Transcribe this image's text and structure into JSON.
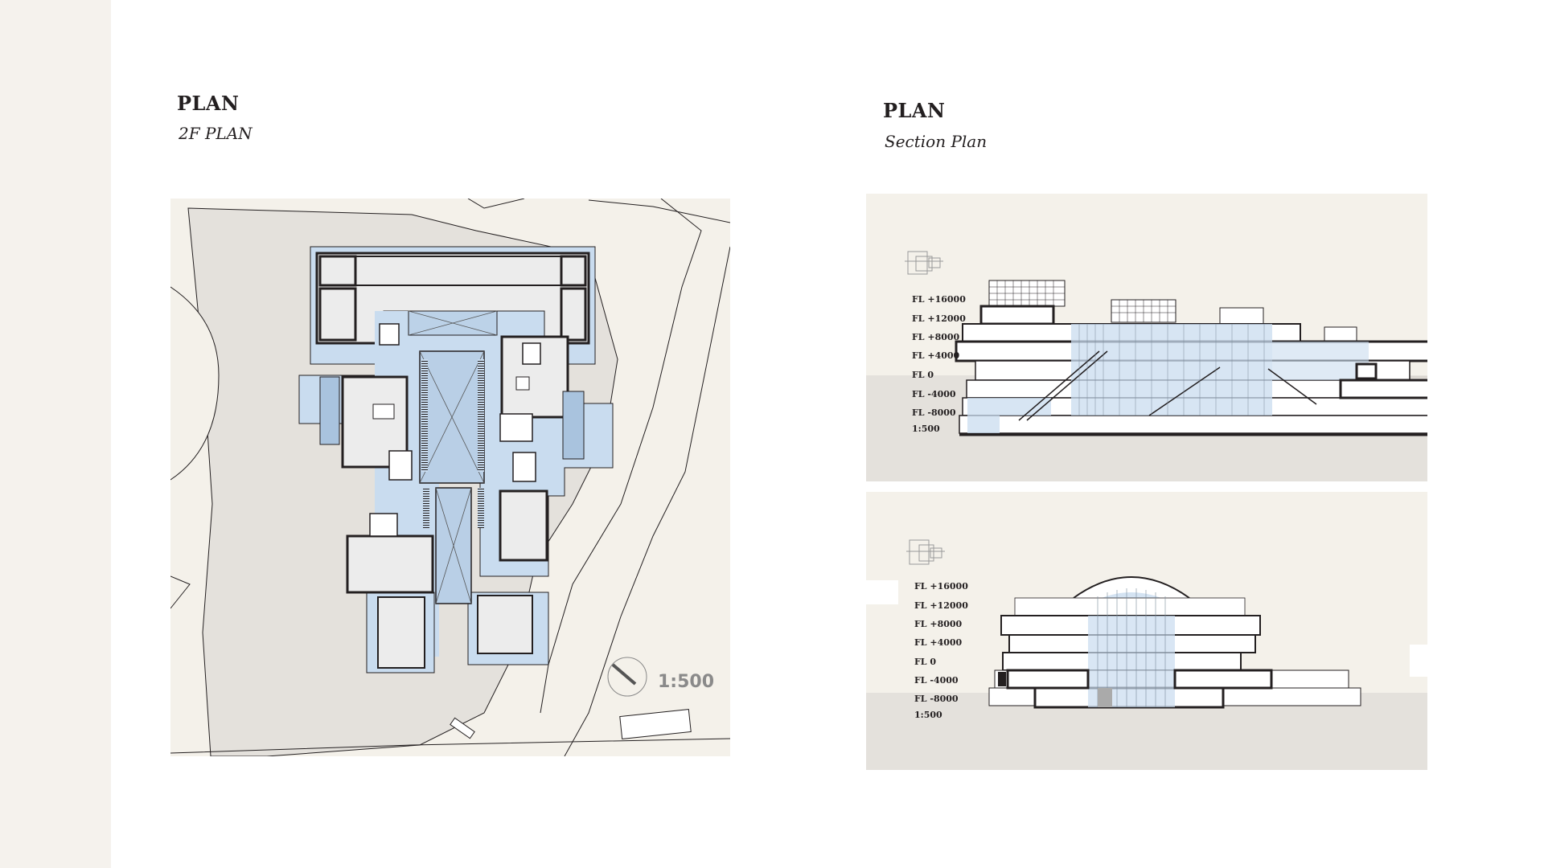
{
  "left": {
    "heading": "PLAN",
    "subtitle": "2F PLAN",
    "scale": "1:500"
  },
  "right": {
    "heading": "PLAN",
    "subtitle": "Section Plan",
    "section_a": {
      "levels": [
        "FL +16000",
        "FL +12000",
        "FL +8000",
        "FL +4000",
        "FL 0",
        "FL -4000",
        "FL -8000"
      ],
      "scale": "1:500"
    },
    "section_b": {
      "levels": [
        "FL +16000",
        "FL +12000",
        "FL +8000",
        "FL +4000",
        "FL 0",
        "FL -4000",
        "FL -8000"
      ],
      "scale": "1:500"
    }
  },
  "colors": {
    "background": "#ffffff",
    "side_strip": "#f5f2ed",
    "site_ground": "#e4e1dc",
    "panel_cream": "#f4f1ea",
    "circulation_blue": "#c9dcef",
    "wall": "#231f20"
  },
  "icons": [
    "north-arrow-icon",
    "key-plan-icon"
  ]
}
